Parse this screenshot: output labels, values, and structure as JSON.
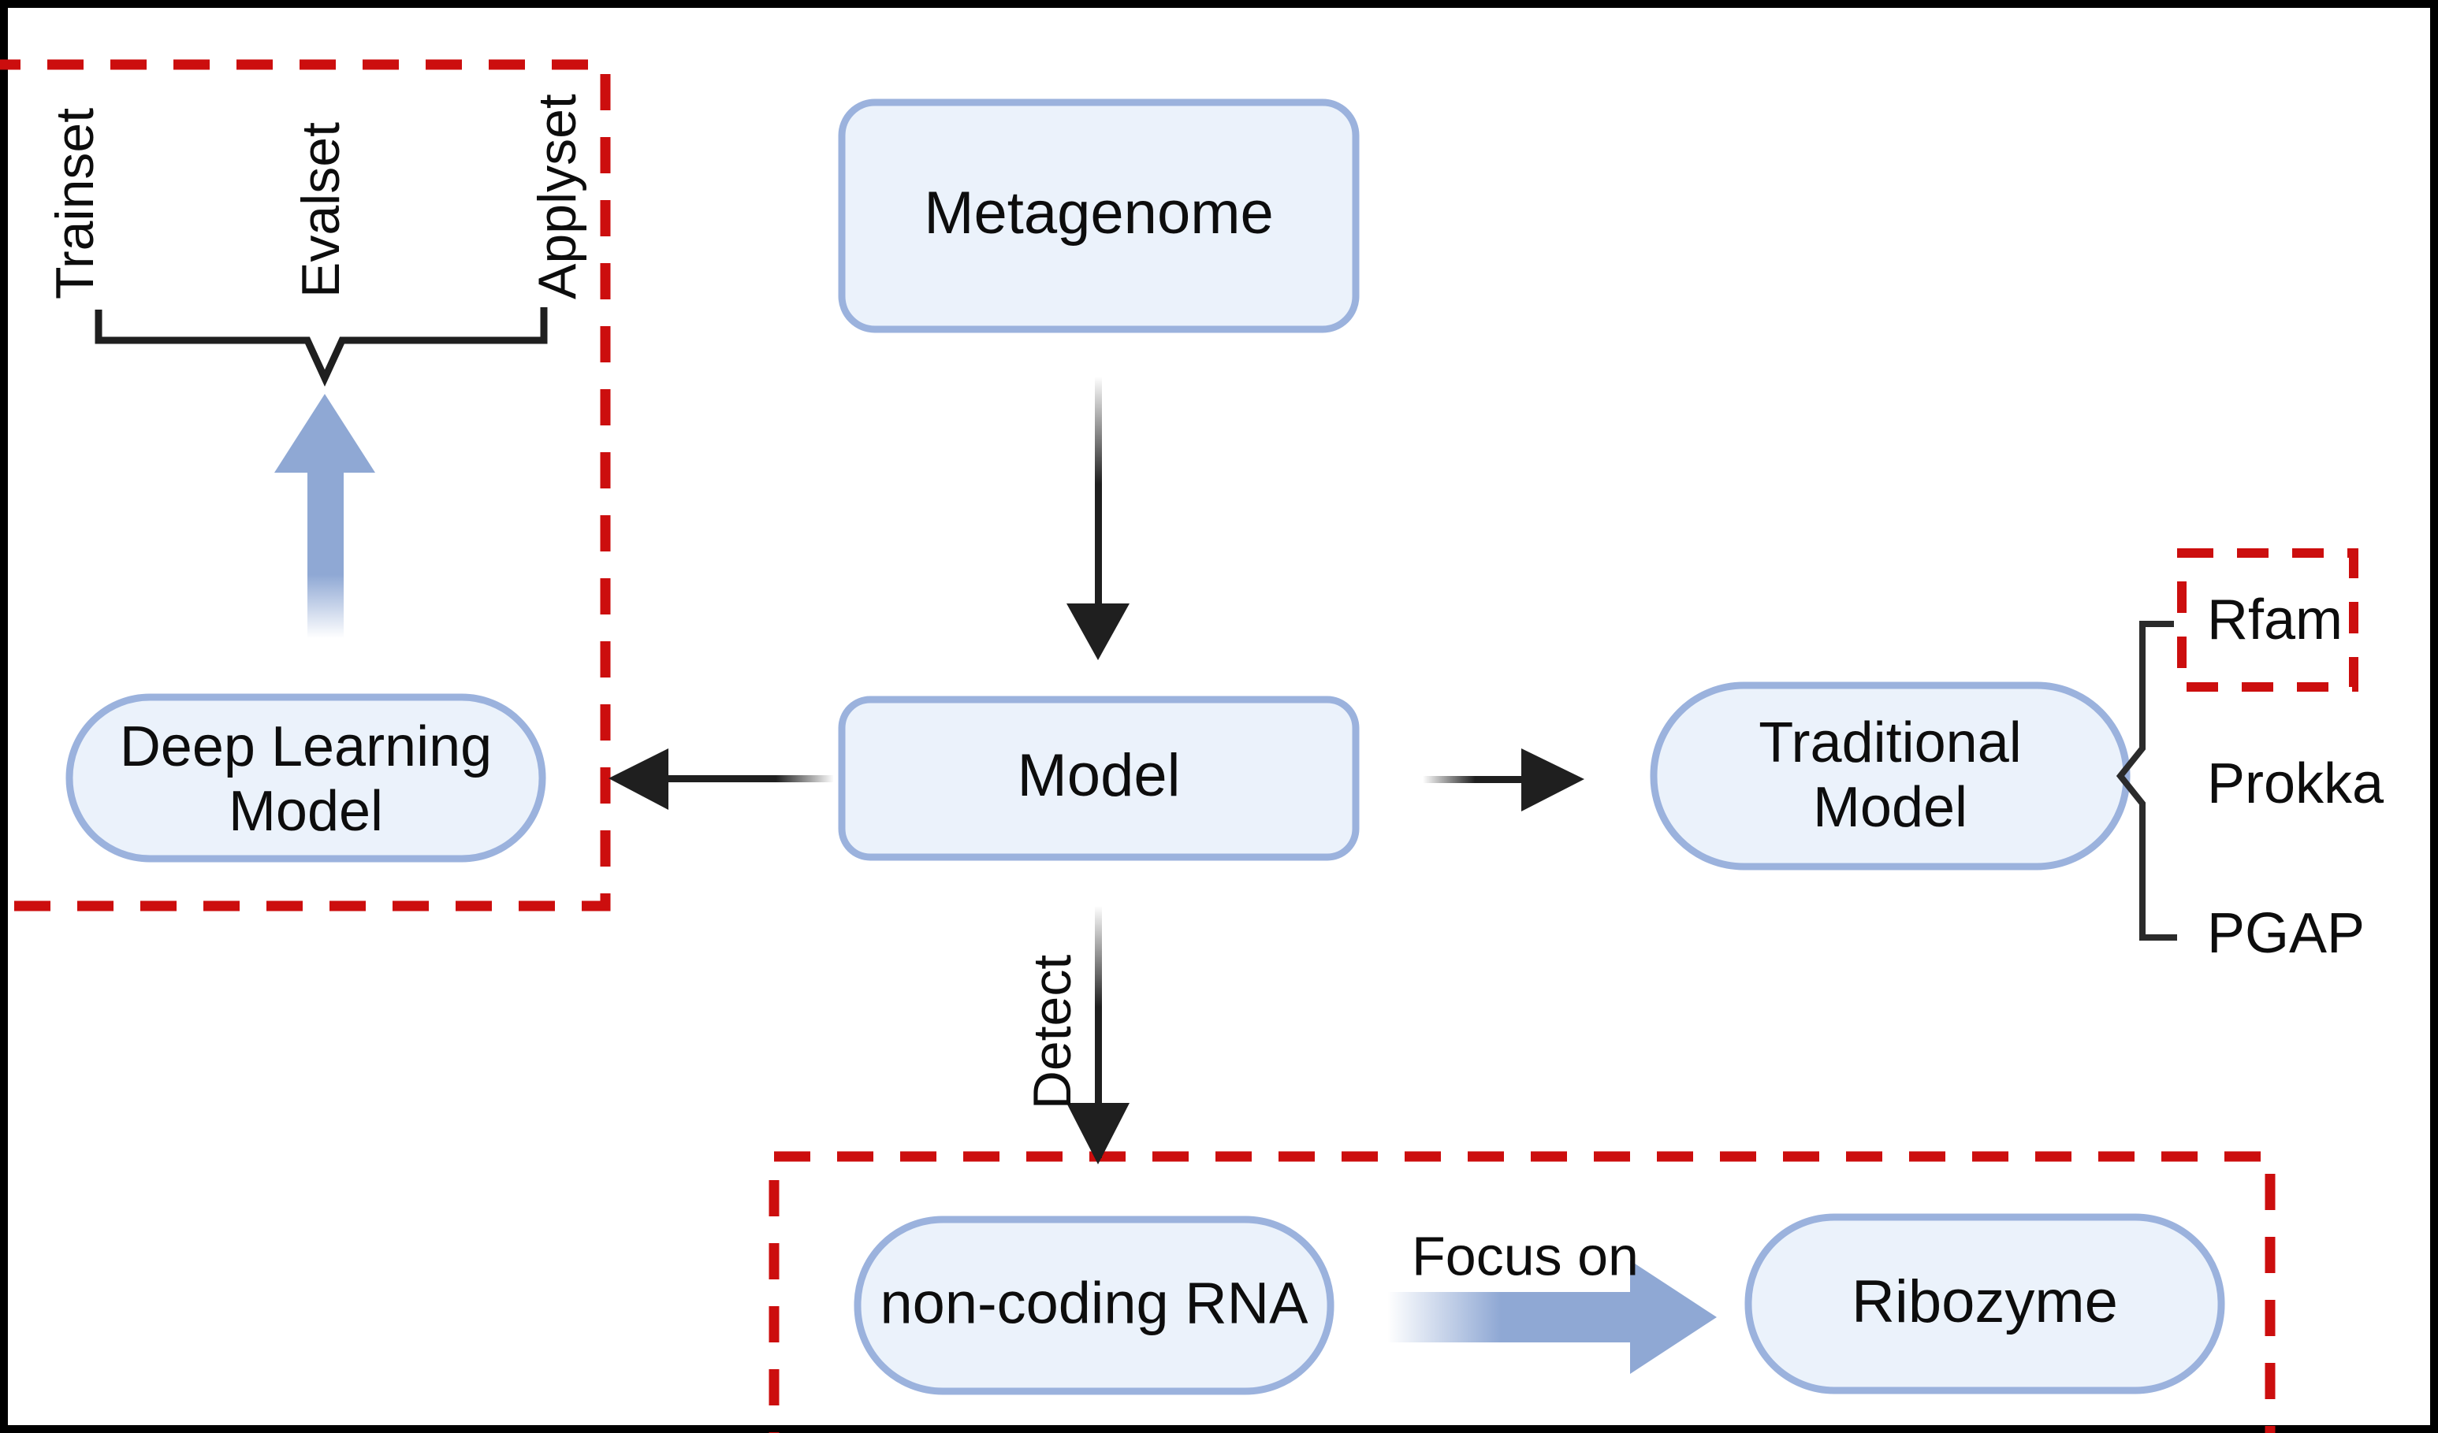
{
  "diagram": {
    "title": "Metagenome ncRNA model workflow",
    "colors": {
      "node_fill": "#ebf2fb",
      "node_stroke": "#9bb2dd",
      "highlight_dashed": "#cc0e0e",
      "arrow_black": "#1f1f1f",
      "arrow_blue": "#8fa8d4",
      "frame": "#000000"
    },
    "nodes": {
      "metagenome": {
        "label": "Metagenome"
      },
      "model": {
        "label": "Model"
      },
      "deep_learning_model": {
        "label": "Deep Learning\nModel",
        "line1": "Deep Learning",
        "line2": "Model"
      },
      "traditional_model": {
        "label": "Traditional\nModel",
        "line1": "Traditional",
        "line2": "Model"
      },
      "non_coding_rna": {
        "label": "non-coding RNA"
      },
      "ribozyme": {
        "label": "Ribozyme"
      }
    },
    "dataset_splits": [
      {
        "label": "Trainset"
      },
      {
        "label": "Evalset"
      },
      {
        "label": "Applyset"
      }
    ],
    "traditional_tools": [
      {
        "label": "Rfam",
        "highlighted": true
      },
      {
        "label": "Prokka",
        "highlighted": false
      },
      {
        "label": "PGAP",
        "highlighted": false
      }
    ],
    "edge_labels": {
      "detect": "Detect",
      "focus_on": "Focus on"
    },
    "highlight_regions": [
      {
        "name": "deep-learning-region"
      },
      {
        "name": "rfam-region"
      },
      {
        "name": "ribozyme-region"
      }
    ]
  }
}
